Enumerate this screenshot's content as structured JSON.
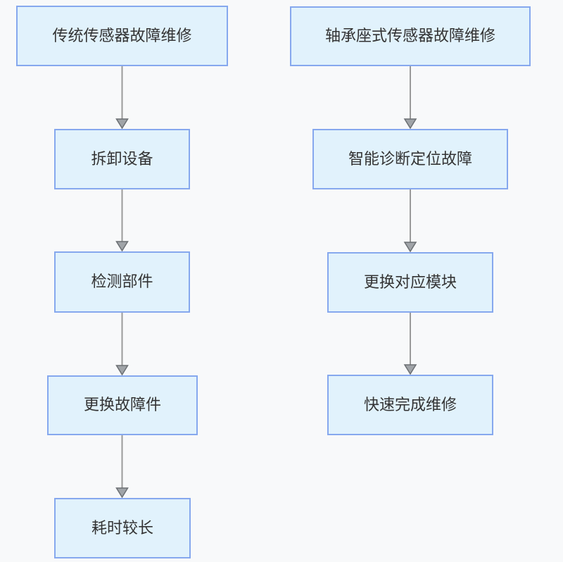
{
  "diagram": {
    "type": "flowchart",
    "background_color": "#f8f9fa",
    "node_fill_color": "#e1f2fc",
    "node_border_color": "#86a8ee",
    "node_text_color": "#333333",
    "arrow_color": "#9a9a9a",
    "columns": [
      {
        "id": "traditional-sensor-repair",
        "nodes": [
          "传统传感器故障维修",
          "拆卸设备",
          "检测部件",
          "更换故障件",
          "耗时较长"
        ]
      },
      {
        "id": "bearing-seat-sensor-repair",
        "nodes": [
          "轴承座式传感器故障维修",
          "智能诊断定位故障",
          "更换对应模块",
          "快速完成维修"
        ]
      }
    ]
  }
}
